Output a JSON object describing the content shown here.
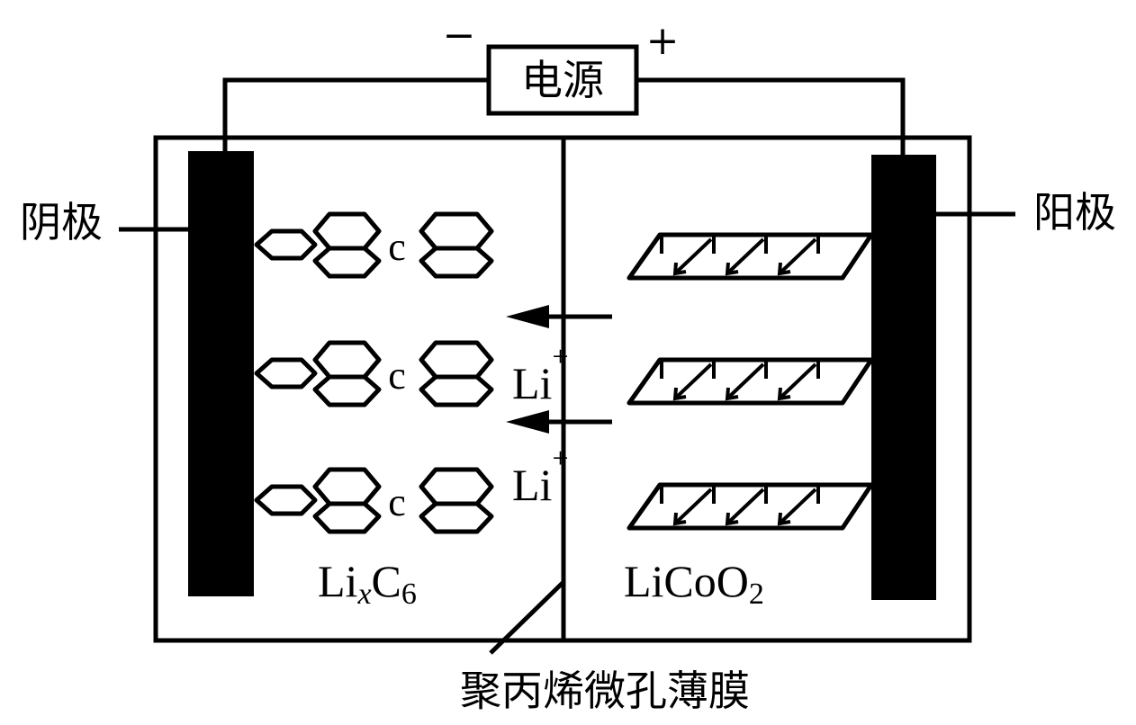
{
  "power_source": {
    "label": "电源",
    "minus": "−",
    "plus": "+"
  },
  "cathode_label": "阴极",
  "anode_label": "阳极",
  "ion_label_main": "Li",
  "ion_label_sup": "+",
  "carbon_atom_label": "c",
  "left_material": {
    "base": "Li",
    "sub_x": "x",
    "mid": "C",
    "sub_6": "6"
  },
  "right_material": {
    "base": "LiCoO",
    "sub_2": "2"
  },
  "membrane_label": "聚丙烯微孔薄膜"
}
